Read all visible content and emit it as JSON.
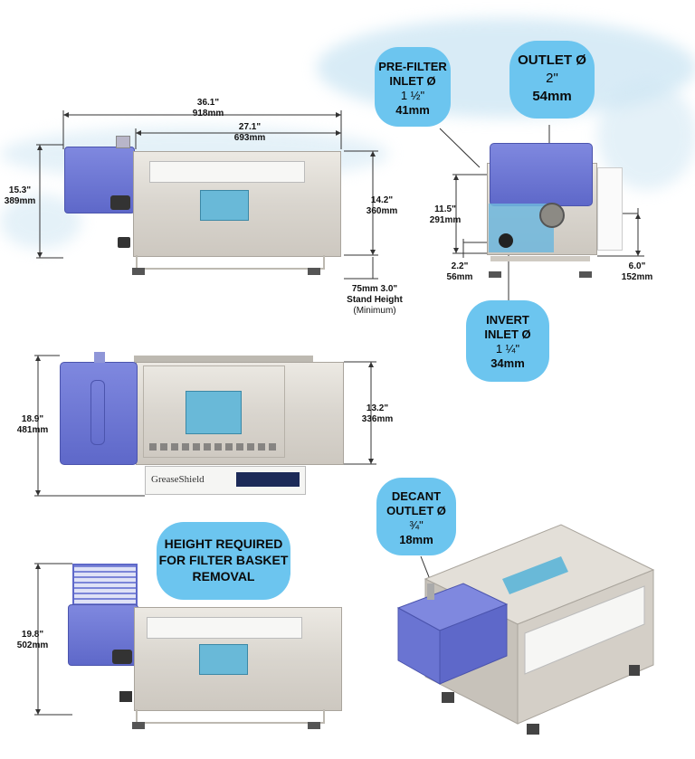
{
  "side_view": {
    "overall_length": {
      "in": "36.1\"",
      "mm": "918mm"
    },
    "body_length": {
      "in": "27.1\"",
      "mm": "693mm"
    },
    "overall_height": {
      "in": "15.3\"",
      "mm": "389mm"
    },
    "body_height": {
      "in": "14.2\"",
      "mm": "360mm"
    },
    "stand_height": {
      "mm": "75mm",
      "in": "3.0\"",
      "label": "Stand Height",
      "note": "(Minimum)"
    }
  },
  "end_view": {
    "pre_filter_inlet": {
      "title_1": "PRE-FILTER",
      "title_2": "INLET Ø",
      "in": "1 ½\"",
      "mm": "41mm"
    },
    "outlet": {
      "title": "OUTLET Ø",
      "in": "2\"",
      "mm": "54mm"
    },
    "outlet_height": {
      "in": "11.5\"",
      "mm": "291mm"
    },
    "invert_offset": {
      "in": "2.2\"",
      "mm": "56mm"
    },
    "outlet_offset": {
      "in": "6.0\"",
      "mm": "152mm"
    },
    "invert_inlet": {
      "title_1": "INVERT",
      "title_2": "INLET Ø",
      "in": "1 ¼\"",
      "mm": "34mm"
    }
  },
  "top_view": {
    "overall_width": {
      "in": "18.9\"",
      "mm": "481mm"
    },
    "body_width": {
      "in": "13.2\"",
      "mm": "336mm"
    },
    "brand": "GreaseShield"
  },
  "basket_view": {
    "callout": [
      "HEIGHT REQUIRED",
      "FOR FILTER BASKET",
      "REMOVAL"
    ],
    "height": {
      "in": "19.8\"",
      "mm": "502mm"
    }
  },
  "iso_view": {
    "decant_outlet": {
      "title_1": "DECANT",
      "title_2": "OUTLET Ø",
      "in": "¾\"",
      "mm": "18mm"
    }
  },
  "colors": {
    "bubble": "#6cc5ef",
    "unit_blue": "#5e68c9",
    "steel": "#d9d5ce"
  }
}
